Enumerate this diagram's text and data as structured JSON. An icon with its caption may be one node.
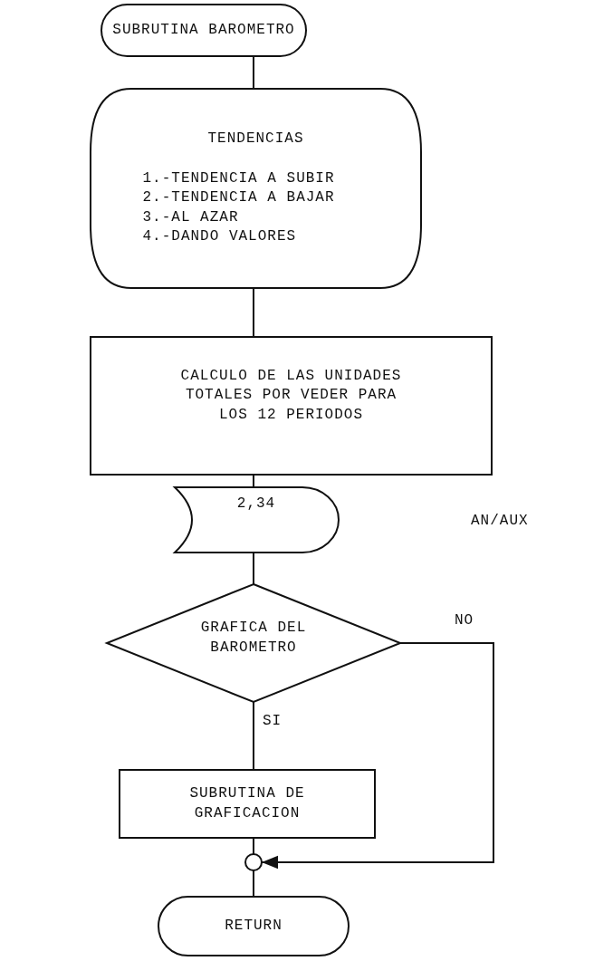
{
  "diagram": {
    "nodes": [
      {
        "text": [
          "SUBRUTINA BAROMETRO"
        ]
      },
      {
        "text": [
          "TENDENCIAS",
          "1.-TENDENCIA A SUBIR",
          "2.-TENDENCIA A BAJAR",
          "3.-AL AZAR",
          "4.-DANDO VALORES"
        ]
      },
      {
        "text": [
          "CALCULO DE LAS UNIDADES TOTALES POR VEDER PARA LOS 12 PERIODOS"
        ]
      },
      {
        "text": [
          "2,34"
        ]
      },
      {
        "text": [
          "GRAFICA DEL BAROMETRO"
        ]
      },
      {
        "text": [
          "SUBRUTINA DE GRAFICACION"
        ]
      },
      {
        "text": [],
        "shape": "circle"
      },
      {
        "text": [
          "RETURN"
        ]
      }
    ],
    "edges": [
      {
        "from": 0,
        "to": 1,
        "arrow": "none"
      },
      {
        "from": 1,
        "to": 2,
        "arrow": "none"
      },
      {
        "from": 2,
        "to": 3,
        "arrow": "none"
      },
      {
        "from": 3,
        "to": 4,
        "arrow": "none"
      },
      {
        "from": 4,
        "to": 5,
        "arrow": "none",
        "label": "SI"
      },
      {
        "from": 4,
        "to": 6,
        "arrow": "to",
        "label": "NO"
      },
      {
        "from": 5,
        "to": 6,
        "arrow": "none"
      },
      {
        "from": 6,
        "to": 7,
        "arrow": "none"
      }
    ],
    "labels": [
      "AN/AUX"
    ]
  }
}
